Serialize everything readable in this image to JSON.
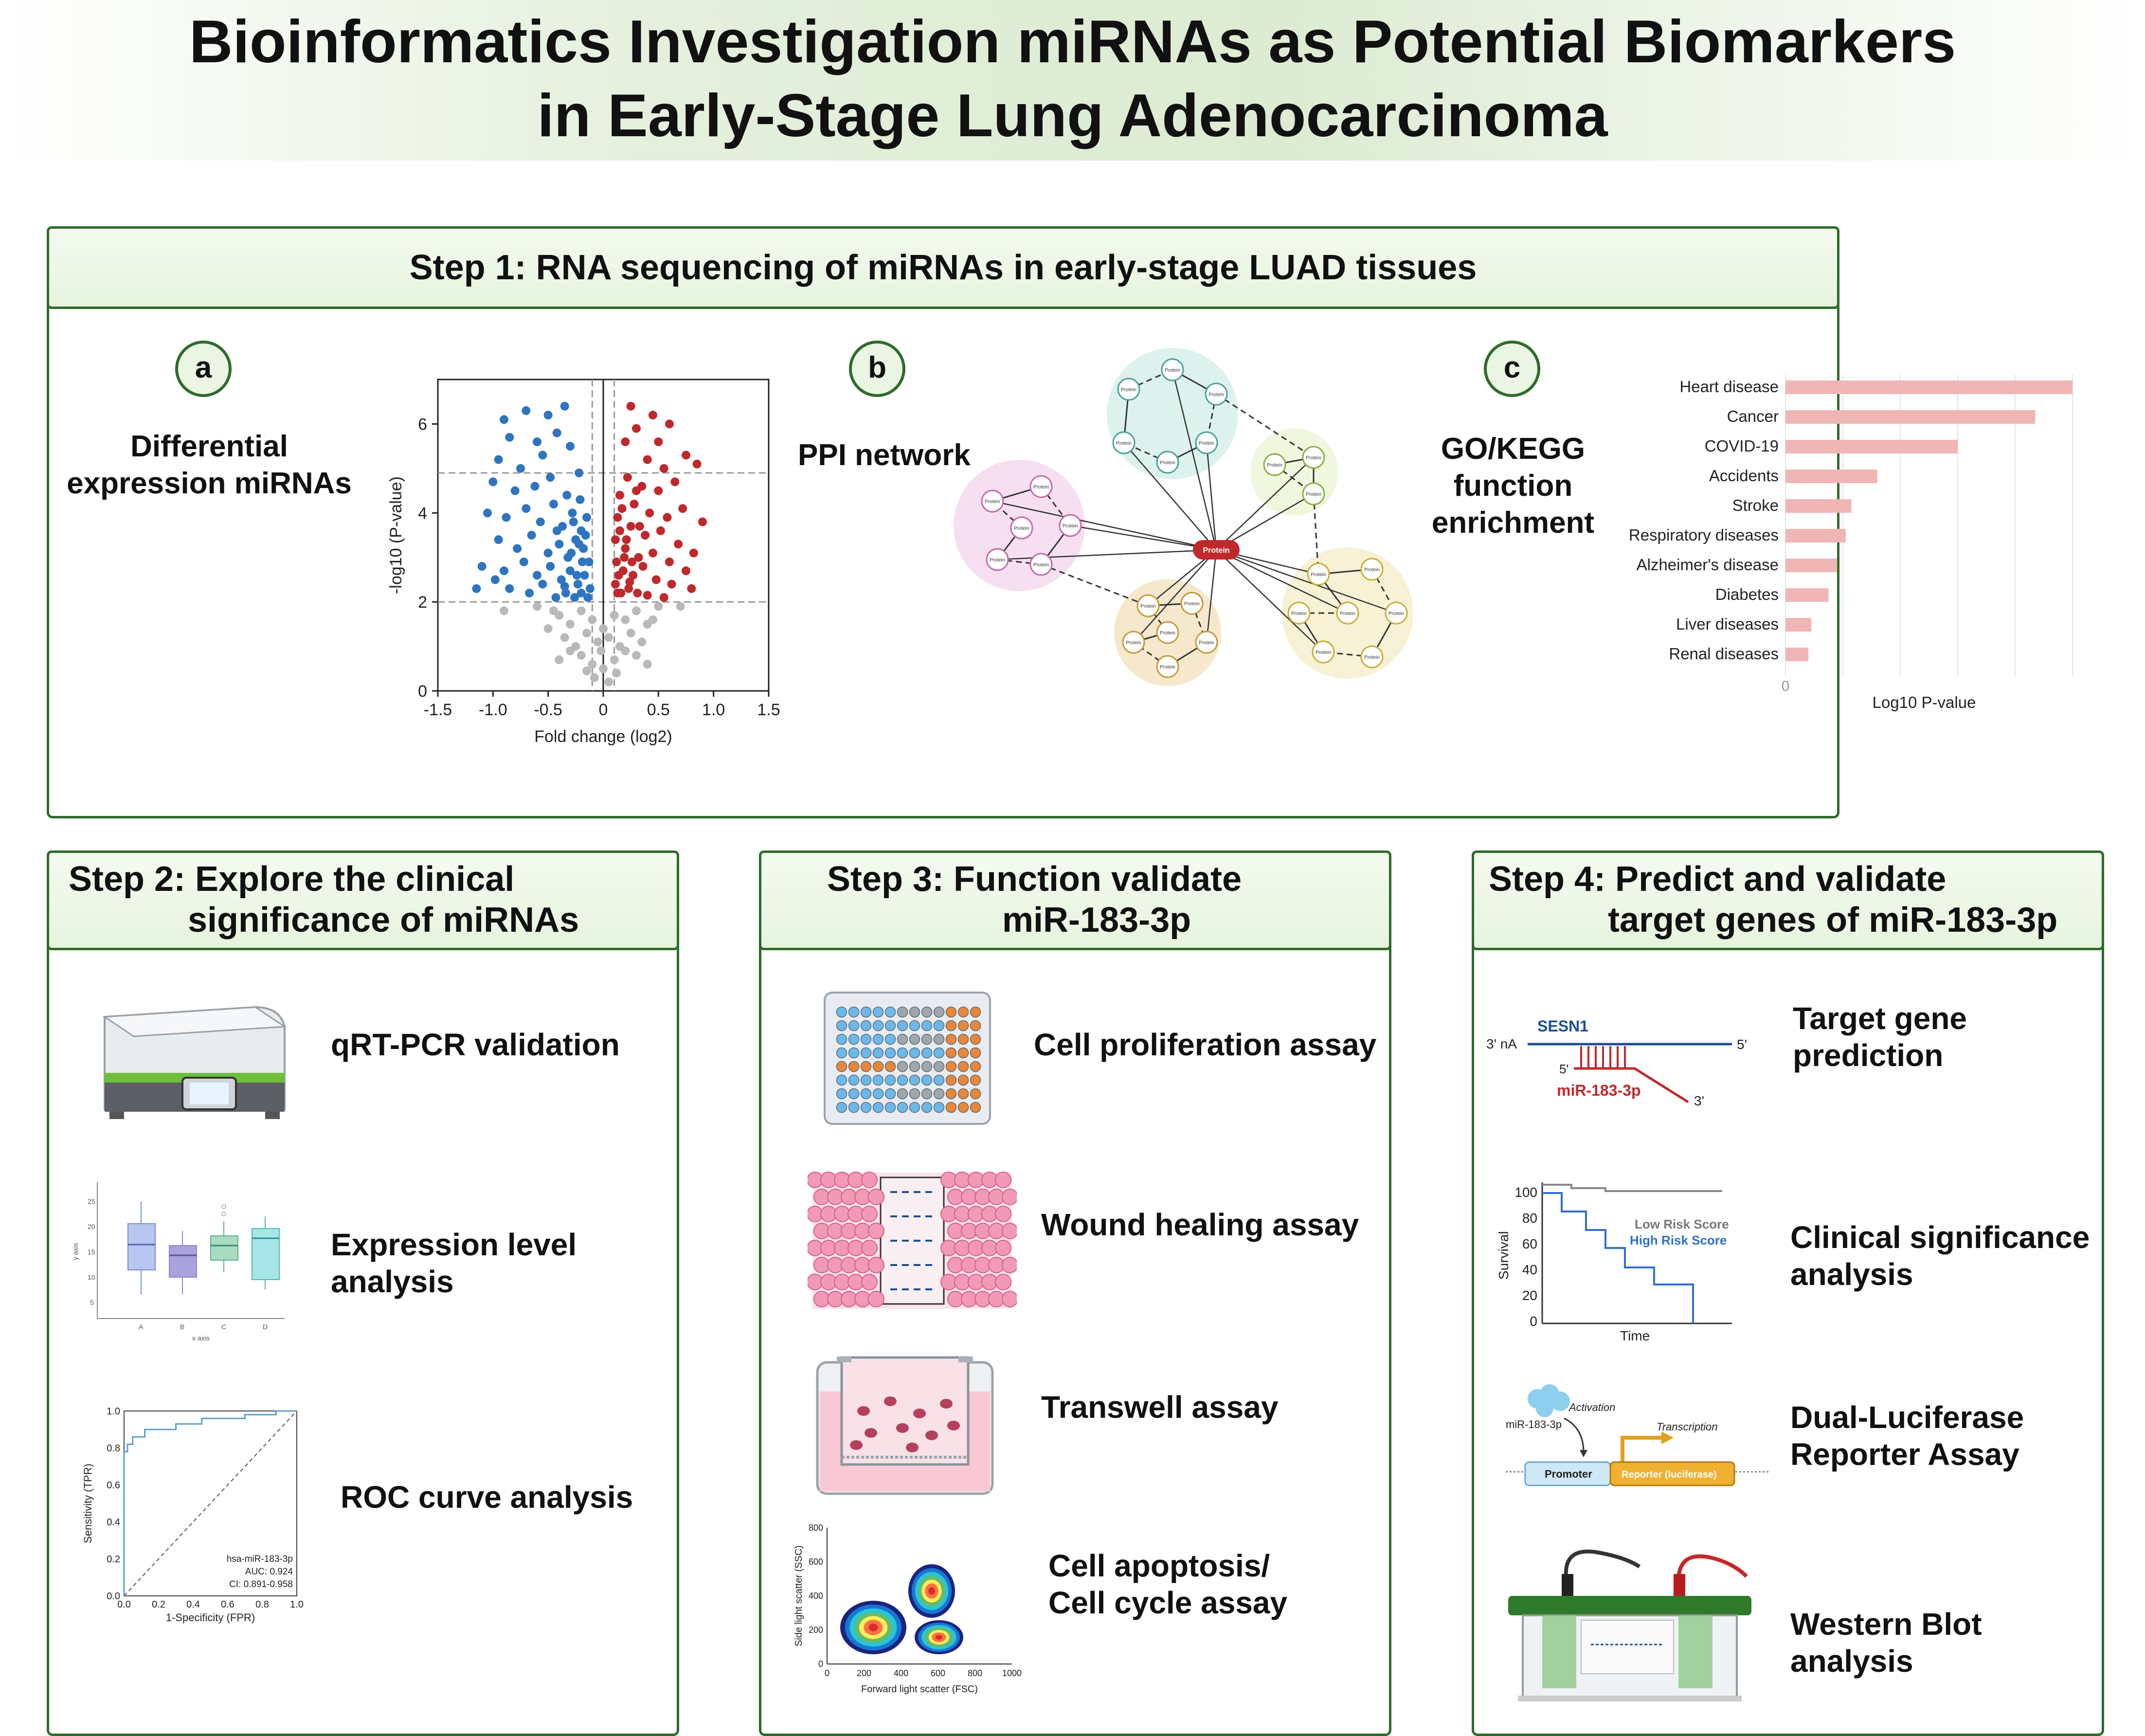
{
  "title": {
    "line1": "Bioinformatics Investigation miRNAs as Potential Biomarkers",
    "line2": "in Early-Stage Lung Adenocarcinoma"
  },
  "step1": {
    "header": "Step 1: RNA sequencing of miRNAs in early-stage LUAD tissues",
    "panel_a": {
      "letter": "a",
      "label_line1": "Differential",
      "label_line2": "expression miRNAs"
    },
    "panel_b": {
      "letter": "b",
      "label": "PPI network",
      "node_label": "Protein"
    },
    "panel_c": {
      "letter": "c",
      "label_line1": "GO/KEGG function",
      "label_line2": "enrichment"
    }
  },
  "step2": {
    "header_line1": "Step 2:   Explore the clinical",
    "header_line2": "significance of miRNAs",
    "items": [
      "qRT-PCR validation",
      "Expression level",
      "analysis",
      "ROC curve analysis"
    ],
    "roc_legend": [
      "hsa-miR-183-3p",
      "AUC: 0.924",
      "CI: 0.891-0.958"
    ]
  },
  "step3": {
    "header_line1": "Step 3:   Function validate",
    "header_line2": "miR-183-3p",
    "items": [
      "Cell proliferation assay",
      "Wound healing assay",
      "Transwell assay",
      "Cell apoptosis/",
      "Cell cycle assay"
    ]
  },
  "step4": {
    "header_line1": "Step 4:    Predict and validate",
    "header_line2": "target genes of miR-183-3p",
    "items": [
      "Target gene",
      "prediction",
      "Clinical significance",
      "analysis",
      "Dual-Luciferase",
      "Reporter Assay",
      "Western Blot",
      "analysis"
    ],
    "target": {
      "gene": "SESN1",
      "end3": "3' nA",
      "end5": "5'",
      "mir5": "5'",
      "mir": "miR-183-3p",
      "mir3": "3'"
    },
    "survival": {
      "ylabel": "Survival",
      "xlabel": "Time",
      "low": "Low Risk Score",
      "high": "High Risk Score",
      "yticks": [
        "100",
        "80",
        "60",
        "40",
        "20",
        "0"
      ]
    },
    "luciferase": {
      "mir": "miR-183-3p",
      "activation": "Activation",
      "transcription": "Transcription",
      "promoter": "Promoter",
      "reporter": "Reporter (luciferase)"
    }
  },
  "colors": {
    "border": "#2e6b2a",
    "up": "#c0282c",
    "down": "#2f74c0",
    "ns": "#b9b9b9",
    "bar": "#f0b6b6",
    "survival_high": "#2f6fd0",
    "survival_low": "#777777"
  },
  "chart_data": [
    {
      "type": "scatter",
      "xlabel": "Fold change (log2)",
      "ylabel": "-log10 (P-value)",
      "xlim": [
        -1.5,
        1.5
      ],
      "ylim": [
        0,
        7
      ],
      "xticks": [
        "-1.5",
        "-1.0",
        "-0.5",
        "0",
        "0.5",
        "1.0",
        "1.5"
      ],
      "yticks": [
        "0",
        "2",
        "4",
        "6"
      ],
      "thresholds": {
        "y": [
          2,
          4.9
        ],
        "x": [
          -0.1,
          0.1
        ]
      },
      "series": [
        {
          "points": [
            [
              -0.9,
              6.1
            ],
            [
              -0.7,
              6.3
            ],
            [
              -0.5,
              6.2
            ],
            [
              -0.35,
              6.4
            ],
            [
              -0.85,
              5.7
            ],
            [
              -0.6,
              5.6
            ],
            [
              -0.42,
              5.8
            ],
            [
              -0.95,
              5.2
            ],
            [
              -0.75,
              5.0
            ],
            [
              -0.55,
              5.3
            ],
            [
              -0.3,
              5.5
            ],
            [
              -1.0,
              4.7
            ],
            [
              -0.8,
              4.5
            ],
            [
              -0.62,
              4.6
            ],
            [
              -0.48,
              4.8
            ],
            [
              -0.33,
              4.4
            ],
            [
              -0.22,
              4.9
            ],
            [
              -1.05,
              4.0
            ],
            [
              -0.88,
              3.9
            ],
            [
              -0.7,
              4.1
            ],
            [
              -0.57,
              3.8
            ],
            [
              -0.45,
              4.2
            ],
            [
              -0.37,
              3.7
            ],
            [
              -0.28,
              4.0
            ],
            [
              -0.2,
              3.6
            ],
            [
              -0.15,
              3.9
            ],
            [
              -0.95,
              3.4
            ],
            [
              -0.78,
              3.2
            ],
            [
              -0.65,
              3.5
            ],
            [
              -0.5,
              3.1
            ],
            [
              -0.4,
              3.3
            ],
            [
              -0.32,
              3.0
            ],
            [
              -0.25,
              3.4
            ],
            [
              -0.18,
              3.2
            ],
            [
              -0.13,
              2.9
            ],
            [
              -1.1,
              2.8
            ],
            [
              -0.9,
              2.7
            ],
            [
              -0.72,
              2.9
            ],
            [
              -0.6,
              2.6
            ],
            [
              -0.48,
              2.8
            ],
            [
              -0.38,
              2.5
            ],
            [
              -0.3,
              2.7
            ],
            [
              -0.23,
              2.4
            ],
            [
              -0.17,
              2.6
            ],
            [
              -0.12,
              2.3
            ],
            [
              -0.85,
              2.3
            ],
            [
              -0.67,
              2.2
            ],
            [
              -0.55,
              2.4
            ],
            [
              -0.43,
              2.1
            ],
            [
              -0.34,
              2.2
            ],
            [
              -0.26,
              2.1
            ],
            [
              -0.2,
              2.2
            ],
            [
              -0.14,
              2.1
            ],
            [
              -1.15,
              2.3
            ],
            [
              -0.98,
              2.5
            ],
            [
              -0.27,
              3.8
            ],
            [
              -0.22,
              3.3
            ],
            [
              -0.19,
              2.9
            ],
            [
              -0.16,
              3.5
            ],
            [
              -0.21,
              4.3
            ],
            [
              -0.24,
              2.6
            ],
            [
              -0.29,
              3.1
            ],
            [
              -0.35,
              2.35
            ],
            [
              -0.42,
              3.6
            ]
          ]
        },
        {
          "points": [
            [
              0.25,
              6.4
            ],
            [
              0.45,
              6.2
            ],
            [
              0.6,
              6.0
            ],
            [
              0.3,
              5.9
            ],
            [
              0.5,
              5.6
            ],
            [
              0.75,
              5.3
            ],
            [
              0.2,
              5.6
            ],
            [
              0.4,
              5.2
            ],
            [
              0.55,
              5.0
            ],
            [
              0.85,
              5.1
            ],
            [
              0.22,
              4.8
            ],
            [
              0.35,
              4.6
            ],
            [
              0.5,
              4.5
            ],
            [
              0.65,
              4.7
            ],
            [
              0.15,
              4.4
            ],
            [
              0.28,
              4.2
            ],
            [
              0.42,
              4.0
            ],
            [
              0.58,
              3.9
            ],
            [
              0.72,
              4.1
            ],
            [
              0.9,
              3.8
            ],
            [
              0.13,
              3.9
            ],
            [
              0.25,
              3.7
            ],
            [
              0.38,
              3.5
            ],
            [
              0.52,
              3.6
            ],
            [
              0.68,
              3.3
            ],
            [
              0.82,
              3.1
            ],
            [
              0.11,
              3.4
            ],
            [
              0.2,
              3.2
            ],
            [
              0.32,
              3.0
            ],
            [
              0.45,
              3.1
            ],
            [
              0.6,
              2.9
            ],
            [
              0.75,
              2.7
            ],
            [
              0.12,
              2.9
            ],
            [
              0.18,
              2.7
            ],
            [
              0.27,
              2.6
            ],
            [
              0.36,
              2.8
            ],
            [
              0.48,
              2.5
            ],
            [
              0.62,
              2.4
            ],
            [
              0.8,
              2.3
            ],
            [
              0.11,
              2.4
            ],
            [
              0.16,
              2.2
            ],
            [
              0.23,
              2.3
            ],
            [
              0.31,
              2.2
            ],
            [
              0.4,
              2.15
            ],
            [
              0.55,
              2.1
            ],
            [
              0.15,
              3.6
            ],
            [
              0.19,
              3.0
            ],
            [
              0.14,
              2.6
            ],
            [
              0.17,
              4.1
            ],
            [
              0.21,
              3.4
            ],
            [
              0.26,
              2.9
            ],
            [
              0.33,
              3.7
            ],
            [
              0.24,
              2.45
            ],
            [
              0.13,
              2.2
            ],
            [
              0.3,
              4.5
            ]
          ]
        },
        {
          "points": [
            [
              -0.6,
              1.9
            ],
            [
              -0.4,
              1.7
            ],
            [
              -0.3,
              1.5
            ],
            [
              -0.2,
              1.8
            ],
            [
              -0.1,
              1.6
            ],
            [
              0.0,
              1.4
            ],
            [
              0.1,
              1.7
            ],
            [
              0.2,
              1.6
            ],
            [
              0.3,
              1.8
            ],
            [
              0.4,
              1.5
            ],
            [
              0.5,
              1.9
            ],
            [
              -0.5,
              1.4
            ],
            [
              -0.35,
              1.2
            ],
            [
              -0.25,
              1.0
            ],
            [
              -0.15,
              1.3
            ],
            [
              -0.05,
              1.1
            ],
            [
              0.05,
              1.2
            ],
            [
              0.15,
              1.0
            ],
            [
              0.25,
              1.3
            ],
            [
              0.35,
              1.1
            ],
            [
              -0.2,
              0.8
            ],
            [
              -0.1,
              0.6
            ],
            [
              0.0,
              0.5
            ],
            [
              0.1,
              0.7
            ],
            [
              0.2,
              0.9
            ],
            [
              -0.3,
              0.9
            ],
            [
              0.3,
              0.8
            ],
            [
              -0.08,
              0.3
            ],
            [
              0.05,
              0.2
            ],
            [
              0.12,
              0.4
            ],
            [
              -0.15,
              0.45
            ],
            [
              -0.45,
              1.8
            ],
            [
              0.45,
              1.6
            ],
            [
              -0.9,
              1.8
            ],
            [
              0.7,
              1.9
            ],
            [
              -0.02,
              0.9
            ],
            [
              -0.4,
              0.7
            ],
            [
              0.4,
              0.6
            ]
          ]
        }
      ]
    },
    {
      "type": "bar",
      "orientation": "horizontal",
      "xlabel": "Log10 P-value",
      "xtick0": "0",
      "categories": [
        "Heart disease",
        "Cancer",
        "COVID-19",
        "Accidents",
        "Stroke",
        "Respiratory diseases",
        "Alzheimer's disease",
        "Diabetes",
        "Liver diseases",
        "Renal diseases"
      ],
      "values": [
        10,
        8.7,
        6,
        3.2,
        2.3,
        2.1,
        1.8,
        1.5,
        0.9,
        0.8
      ]
    },
    {
      "type": "box",
      "xlabel": "x axis",
      "ylabel": "y axis",
      "categories": [
        "A",
        "B",
        "C",
        "D"
      ],
      "yticks": [
        "5",
        "10",
        "15",
        "20",
        "25"
      ]
    },
    {
      "type": "line",
      "xlabel": "1-Specificity (FPR)",
      "ylabel": "Sensitivity (TPR)",
      "xticks": [
        "0.0",
        "0.2",
        "0.4",
        "0.6",
        "0.8",
        "1.0"
      ],
      "yticks": [
        "0.0",
        "0.2",
        "0.4",
        "0.6",
        "0.8",
        "1.0"
      ],
      "series": [
        {
          "points": [
            [
              0,
              0
            ],
            [
              0,
              0.78
            ],
            [
              0.02,
              0.78
            ],
            [
              0.02,
              0.82
            ],
            [
              0.05,
              0.82
            ],
            [
              0.05,
              0.86
            ],
            [
              0.12,
              0.86
            ],
            [
              0.12,
              0.9
            ],
            [
              0.3,
              0.9
            ],
            [
              0.3,
              0.93
            ],
            [
              0.45,
              0.93
            ],
            [
              0.45,
              0.96
            ],
            [
              0.7,
              0.96
            ],
            [
              0.7,
              0.98
            ],
            [
              0.88,
              0.98
            ],
            [
              0.88,
              1
            ],
            [
              1,
              1
            ]
          ]
        }
      ]
    },
    {
      "type": "scatter",
      "xlabel": "Forward light scatter (FSC)",
      "ylabel": "Side light scatter (SSC)",
      "xticks": [
        "0",
        "200",
        "400",
        "600",
        "800",
        "1000"
      ],
      "yticks": [
        "0",
        "200",
        "400",
        "600",
        "800"
      ]
    }
  ]
}
